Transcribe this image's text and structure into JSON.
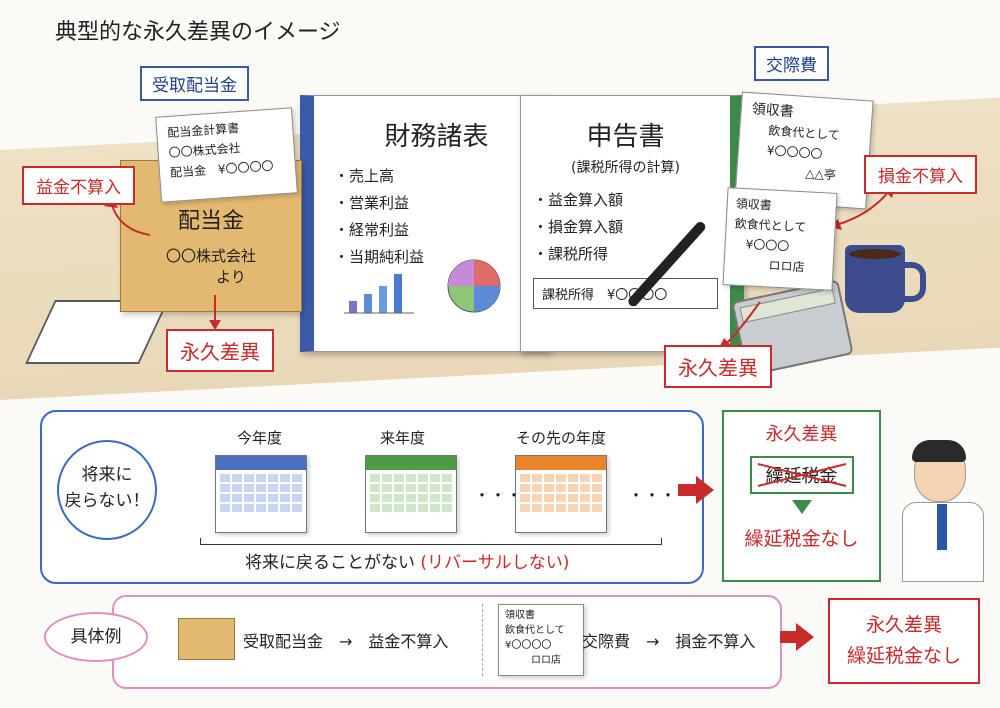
{
  "title": "典型的な永久差異のイメージ",
  "scene": {
    "dividend_label": "受取配当金",
    "entertainment_label": "交際費",
    "exclusion_label": "益金不算入",
    "nondeductible_label": "損金不算入",
    "permanent_diff_label": "永久差異",
    "dividend_statement": {
      "title": "配当金計算書",
      "company": "〇〇株式会社",
      "amount": "配当金　¥〇〇〇〇"
    },
    "envelope": {
      "title": "配当金",
      "company": "〇〇株式会社",
      "from": "より"
    },
    "fin_statements": {
      "title": "財務諸表",
      "items": [
        "・売上高",
        "・営業利益",
        "・経常利益",
        "・当期純利益"
      ]
    },
    "tax_return": {
      "title": "申告書",
      "subtitle": "(課税所得の計算)",
      "items": [
        "・益金算入額",
        "・損金算入額",
        "・課税所得"
      ],
      "income_box": "課税所得　¥〇〇〇〇"
    },
    "receipt1": {
      "title": "領収書",
      "line": "飲食代として",
      "amount": "¥〇〇〇〇",
      "shop": "△△亭"
    },
    "receipt2": {
      "title": "領収書",
      "line": "飲食代として",
      "amount": "¥〇〇〇",
      "shop": "ロロ店"
    }
  },
  "timeline": {
    "badge": [
      "将来に",
      "戻らない！"
    ],
    "years": [
      "今年度",
      "来年度",
      "その先の年度"
    ],
    "dots": "・・・",
    "caption_main": "将来に戻ることがない",
    "caption_red": "(リバーサルしない)",
    "colors": {
      "blue": "#4a6fc0",
      "green": "#4f9a45",
      "orange": "#e8842a"
    }
  },
  "result_box": {
    "title": "永久差異",
    "crossed": "繰延税金",
    "result": "繰延税金なし"
  },
  "example": {
    "badge": "具体例",
    "item1": "受取配当金　→　益金不算入",
    "item2": "交際費　→　損金不算入",
    "receipt": {
      "title": "領収書",
      "line": "飲食代として",
      "amount": "¥〇〇〇〇",
      "shop": "ロロ店"
    },
    "result_line1": "永久差異",
    "result_line2": "繰延税金なし"
  }
}
